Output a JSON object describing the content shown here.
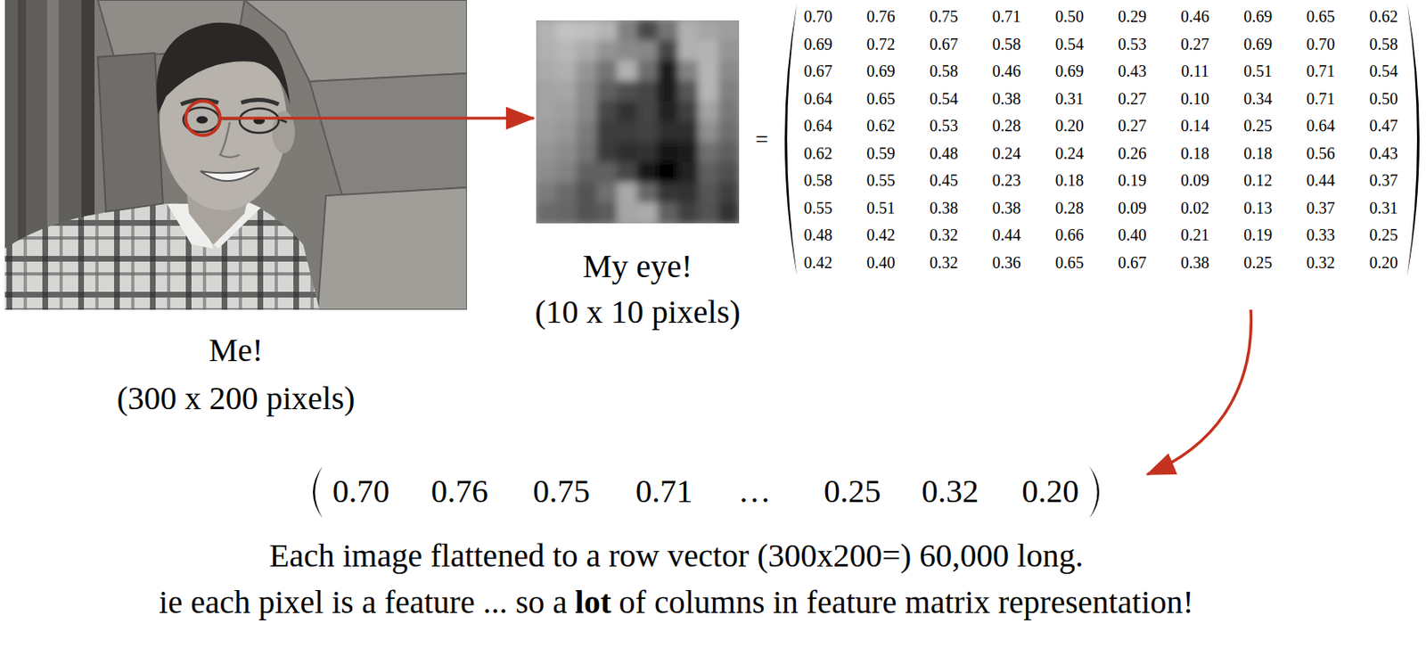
{
  "diagram": {
    "nodes": [
      {
        "text": [
          "Me!",
          "(300 x 200 pixels)"
        ]
      },
      {
        "text": [
          "My eye!",
          "(10 x 10 pixels)"
        ]
      }
    ],
    "edges": [
      {
        "from": 0,
        "to": 1,
        "arrow": "to"
      }
    ],
    "labels": [
      "=",
      "0.70",
      "0.76",
      "0.75",
      "0.71",
      "0.50",
      "0.29",
      "0.46",
      "0.69",
      "0.65",
      "0.62",
      "0.69",
      "0.72",
      "0.67",
      "0.58",
      "0.54",
      "0.53",
      "0.27",
      "0.69",
      "0.70",
      "0.58",
      "0.67",
      "0.69",
      "0.58",
      "0.46",
      "0.69",
      "0.43",
      "0.11",
      "0.51",
      "0.71",
      "0.54",
      "0.64",
      "0.65",
      "0.54",
      "0.38",
      "0.31",
      "0.27",
      "0.10",
      "0.34",
      "0.71",
      "0.50",
      "0.64",
      "0.62",
      "0.53",
      "0.28",
      "0.20",
      "0.27",
      "0.14",
      "0.25",
      "0.64",
      "0.47",
      "0.62",
      "0.59",
      "0.48",
      "0.24",
      "0.24",
      "0.26",
      "0.18",
      "0.18",
      "0.56",
      "0.43",
      "0.58",
      "0.55",
      "0.45",
      "0.23",
      "0.18",
      "0.19",
      "0.09",
      "0.12",
      "0.44",
      "0.37",
      "0.55",
      "0.51",
      "0.38",
      "0.38",
      "0.28",
      "0.09",
      "0.02",
      "0.13",
      "0.37",
      "0.31",
      "0.48",
      "0.42",
      "0.32",
      "0.44",
      "0.66",
      "0.40",
      "0.21",
      "0.19",
      "0.33",
      "0.25",
      "0.42",
      "0.40",
      "0.32",
      "0.36",
      "0.65",
      "0.67",
      "0.38",
      "0.25",
      "0.32",
      "0.20",
      "0.70",
      "0.76",
      "0.75",
      "0.71",
      "…",
      "0.25",
      "0.32",
      "0.20",
      "Each image flattened to a row vector (300x200=) 60,000 long.",
      "ie each pixel is a feature ... so a",
      "lot",
      "of columns in feature matrix representation!"
    ]
  }
}
